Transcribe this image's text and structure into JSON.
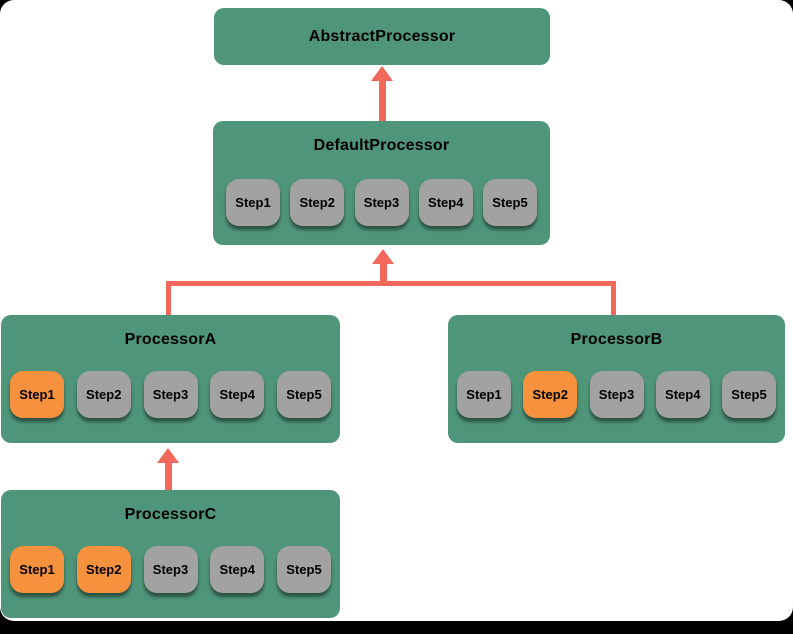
{
  "colors": {
    "node": "#4f9579",
    "step": "#a2a2a2",
    "step_highlight": "#f6913e",
    "arrow": "#f2695c",
    "background": "#ffffff",
    "page_edge": "#000000"
  },
  "nodes": {
    "abstract": {
      "title": "AbstractProcessor",
      "steps": []
    },
    "default": {
      "title": "DefaultProcessor",
      "steps": [
        {
          "label": "Step1",
          "highlight": false
        },
        {
          "label": "Step2",
          "highlight": false
        },
        {
          "label": "Step3",
          "highlight": false
        },
        {
          "label": "Step4",
          "highlight": false
        },
        {
          "label": "Step5",
          "highlight": false
        }
      ]
    },
    "processor_a": {
      "title": "ProcessorA",
      "steps": [
        {
          "label": "Step1",
          "highlight": true
        },
        {
          "label": "Step2",
          "highlight": false
        },
        {
          "label": "Step3",
          "highlight": false
        },
        {
          "label": "Step4",
          "highlight": false
        },
        {
          "label": "Step5",
          "highlight": false
        }
      ]
    },
    "processor_b": {
      "title": "ProcessorB",
      "steps": [
        {
          "label": "Step1",
          "highlight": false
        },
        {
          "label": "Step2",
          "highlight": true
        },
        {
          "label": "Step3",
          "highlight": false
        },
        {
          "label": "Step4",
          "highlight": false
        },
        {
          "label": "Step5",
          "highlight": false
        }
      ]
    },
    "processor_c": {
      "title": "ProcessorC",
      "steps": [
        {
          "label": "Step1",
          "highlight": true
        },
        {
          "label": "Step2",
          "highlight": true
        },
        {
          "label": "Step3",
          "highlight": false
        },
        {
          "label": "Step4",
          "highlight": false
        },
        {
          "label": "Step5",
          "highlight": false
        }
      ]
    }
  },
  "edges": [
    {
      "from": "DefaultProcessor",
      "to": "AbstractProcessor",
      "type": "inheritance"
    },
    {
      "from": "ProcessorA",
      "to": "DefaultProcessor",
      "type": "inheritance"
    },
    {
      "from": "ProcessorB",
      "to": "DefaultProcessor",
      "type": "inheritance"
    },
    {
      "from": "ProcessorC",
      "to": "ProcessorA",
      "type": "inheritance"
    }
  ]
}
